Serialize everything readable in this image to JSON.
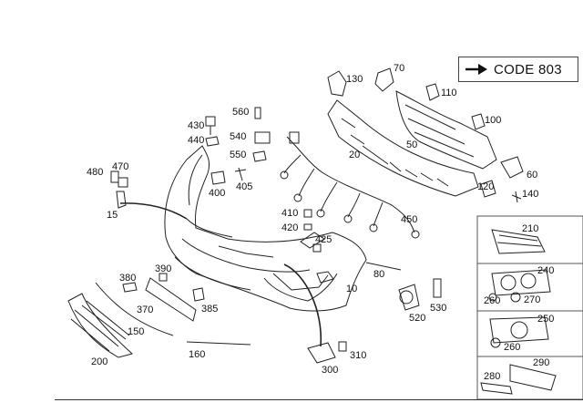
{
  "code_box": {
    "label": "CODE 803",
    "arrow_icon": "right-arrow-icon"
  },
  "part_numbers": {
    "p10": "10",
    "p15": "15",
    "p20": "20",
    "p50": "50",
    "p60": "60",
    "p70": "70",
    "p80": "80",
    "p100": "100",
    "p110": "110",
    "p120": "120",
    "p130": "130",
    "p140": "140",
    "p150": "150",
    "p160": "160",
    "p200": "200",
    "p210": "210",
    "p240": "240",
    "p250": "250",
    "p260a": "260",
    "p260b": "260",
    "p270": "270",
    "p280": "280",
    "p290": "290",
    "p300": "300",
    "p310": "310",
    "p370": "370",
    "p380": "380",
    "p385": "385",
    "p390": "390",
    "p400": "400",
    "p405": "405",
    "p410": "410",
    "p420": "420",
    "p425": "425",
    "p430": "430",
    "p440": "440",
    "p450": "450",
    "p470": "470",
    "p480": "480",
    "p520": "520",
    "p530": "530",
    "p540": "540",
    "p550": "550",
    "p560": "560"
  },
  "colors": {
    "line": "#222222",
    "panel_border": "#555555",
    "detail_fill": "#e8e8e8"
  }
}
